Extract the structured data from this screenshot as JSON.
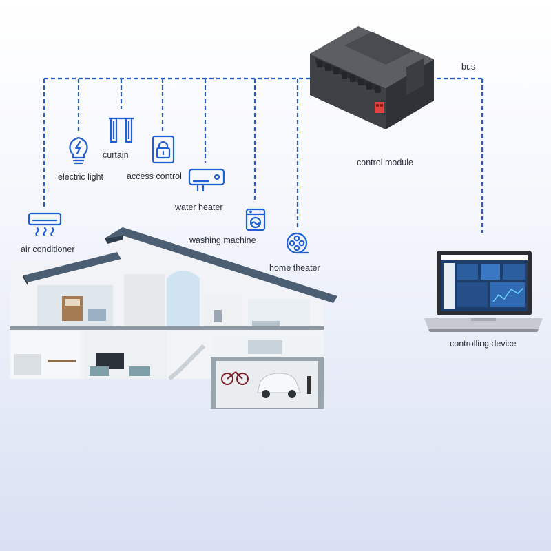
{
  "diagram": {
    "bus_label": "bus",
    "control_module_label": "control module",
    "controlling_device_label": "controlling device",
    "appliances": [
      {
        "label": "air conditioner",
        "icon": "air-conditioner-icon"
      },
      {
        "label": "electric light",
        "icon": "light-bulb-icon"
      },
      {
        "label": "curtain",
        "icon": "curtain-icon"
      },
      {
        "label": "access control",
        "icon": "lock-icon"
      },
      {
        "label": "water heater",
        "icon": "water-heater-icon"
      },
      {
        "label": "washing machine",
        "icon": "washing-machine-icon"
      },
      {
        "label": "home theater",
        "icon": "film-reel-icon"
      }
    ]
  },
  "colors": {
    "accent": "#1f5fd6",
    "bus_line": "#2a5bc9",
    "module_body": "#4a4d52",
    "terminal": "#e0443e"
  }
}
